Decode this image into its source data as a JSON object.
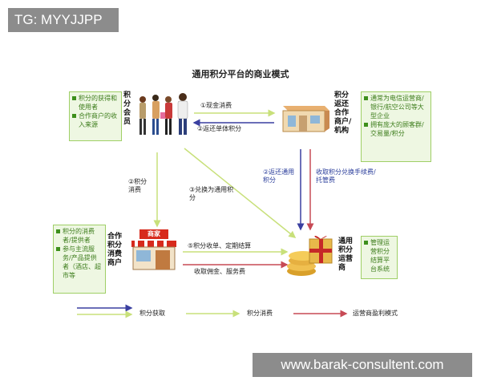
{
  "watermark_top": "TG: MYYJJPP",
  "watermark_bottom": "www.barak-consultent.com",
  "title": "通用积分平台的商业模式",
  "nodes": {
    "members": "积分会员",
    "merchants_issuer": "积分返还合作商户/机构",
    "merchants_consumer": "合作积分消费商户",
    "operator": "通用积分运营商"
  },
  "side_boxes": {
    "members": [
      "积分的获得和使用者",
      "合作商户的收入来源"
    ],
    "issuer": [
      "通常为电信运营商/银行/航空公司等大型企业",
      "拥有庞大的顾客群/交易量/积分"
    ],
    "consumer": [
      "积分的消费者/提供者",
      "参与主流服务/产品提供者（酒店、超市等"
    ],
    "operator": [
      "管理运营积分结算平台系统"
    ]
  },
  "arrow_labels": {
    "a1": "①现金消费",
    "a2": "②返还单体积分",
    "a3": "②积分消费",
    "a4": "③兑换为通用积分",
    "a5": "②返还通用积分",
    "a6": "收取积分兑换手续费/托管费",
    "a7": "⑤积分收单、定期结算",
    "a8": "收取佣金、服务费"
  },
  "shop_sign": "商家",
  "legend": [
    {
      "label": "积分获取",
      "color": "#3a3fa0"
    },
    {
      "label": "积分消费",
      "color": "#c8e07a"
    },
    {
      "label": "运营商盈利模式",
      "color": "#c74a55"
    }
  ]
}
